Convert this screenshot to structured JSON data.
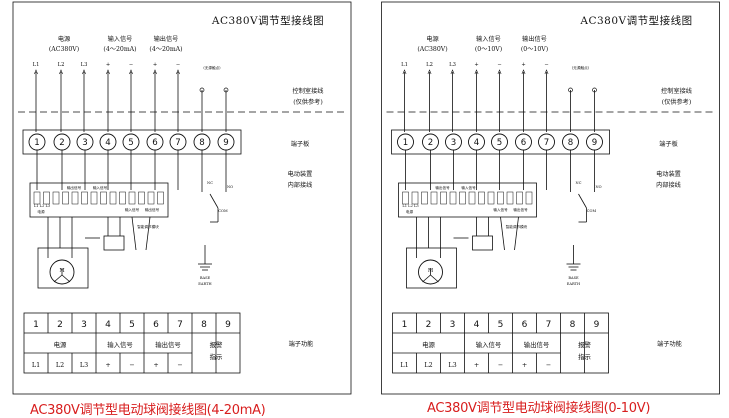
{
  "diagrams": [
    {
      "title": "AC380V调节型接线图",
      "power_label": "电源",
      "power_sub": "(AC380V)",
      "input_label": "输入信号",
      "input_sub": "(4～20mA)",
      "output_label": "输出信号",
      "output_sub": "(4～20mA)",
      "wire_labels": [
        "L1",
        "L2",
        "L3",
        "+",
        "−",
        "+",
        "−"
      ],
      "passive_contact": "(无源触点)",
      "control_room_1": "控制室接线",
      "control_room_2": "(仅供参考)",
      "terminal_board": "端子板",
      "device_internal_1": "电动装置",
      "device_internal_2": "内部接线",
      "terminals": [
        "1",
        "2",
        "3",
        "4",
        "5",
        "6",
        "7",
        "8",
        "9"
      ],
      "board_top": [
        "L1",
        "L2",
        "L3",
        "电源",
        "",
        "输出信号",
        "输入信号"
      ],
      "board_bottom": [
        "输入信号",
        "输出信号"
      ],
      "module_label": "智能调节模块",
      "no_label": "NO",
      "nc_label": "NC",
      "com_label": "COM",
      "motor_label": "M",
      "base_label": "BASE",
      "earth_label": "EARTH",
      "table_numbers": [
        "1",
        "2",
        "3",
        "4",
        "5",
        "6",
        "7",
        "8",
        "9"
      ],
      "table_power": "电源",
      "table_input": "输入信号",
      "table_output": "输出信号",
      "table_alarm_1": "报警",
      "table_alarm_2": "指示",
      "table_bottom": [
        "L1",
        "L2",
        "L3",
        "+",
        "−",
        "+",
        "−"
      ],
      "terminal_function": "端子功能",
      "caption": "AC380V调节型电动球阀接线图(4-20mA)"
    },
    {
      "title": "AC380V调节型接线图",
      "power_label": "电源",
      "power_sub": "(AC380V)",
      "input_label": "输入信号",
      "input_sub": "(0～10V)",
      "output_label": "输出信号",
      "output_sub": "(0～10V)",
      "wire_labels": [
        "L1",
        "L2",
        "L3",
        "+",
        "−",
        "+",
        "−"
      ],
      "passive_contact": "(无源触点)",
      "control_room_1": "控制室接线",
      "control_room_2": "(仅供参考)",
      "terminal_board": "端子板",
      "device_internal_1": "电动装置",
      "device_internal_2": "内部接线",
      "terminals": [
        "1",
        "2",
        "3",
        "4",
        "5",
        "6",
        "7",
        "8",
        "9"
      ],
      "board_top": [
        "L1",
        "L2",
        "L3",
        "电源",
        "",
        "输出信号",
        "输入信号"
      ],
      "board_bottom": [
        "输入信号",
        "输出信号"
      ],
      "module_label": "智能调节模块",
      "no_label": "NO",
      "nc_label": "NC",
      "com_label": "COM",
      "motor_label": "M",
      "base_label": "BASE",
      "earth_label": "EARTH",
      "table_numbers": [
        "1",
        "2",
        "3",
        "4",
        "5",
        "6",
        "7",
        "8",
        "9"
      ],
      "table_power": "电源",
      "table_input": "输入信号",
      "table_output": "输出信号",
      "table_alarm_1": "报警",
      "table_alarm_2": "指示",
      "table_bottom": [
        "L1",
        "L2",
        "L3",
        "+",
        "−",
        "+",
        "−"
      ],
      "terminal_function": "端子功能",
      "caption": "AC380V调节型电动球阀接线图(0-10V)"
    }
  ],
  "colors": {
    "caption": "#d81e1e",
    "line": "#111111"
  }
}
